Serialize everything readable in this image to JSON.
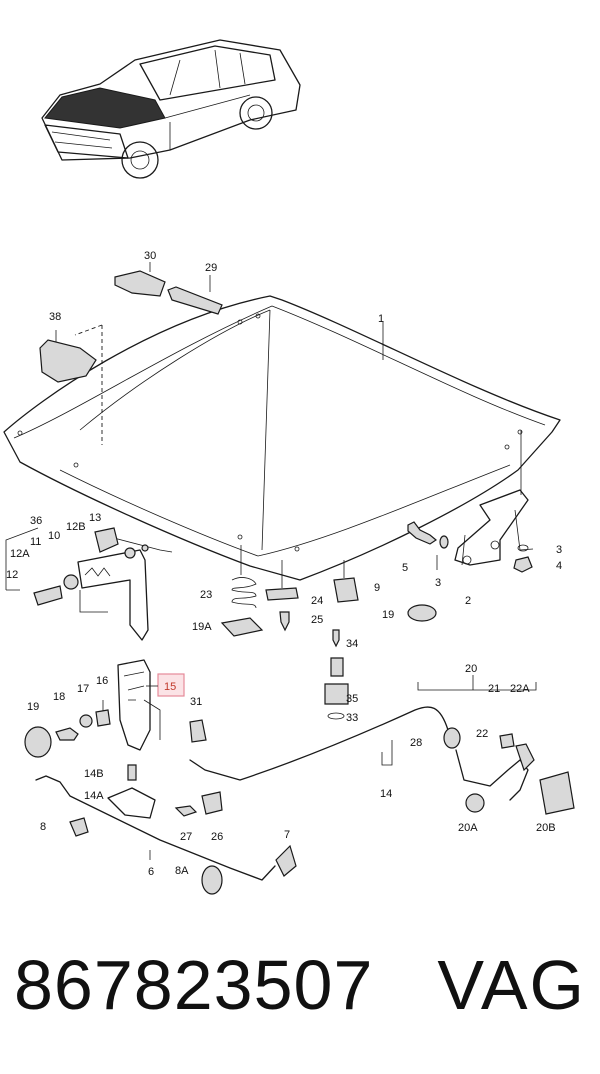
{
  "part_number": "867823507",
  "brand": "VAG",
  "highlighted_callout": "15",
  "callouts": [
    "1",
    "2",
    "3",
    "3",
    "4",
    "5",
    "6",
    "7",
    "8",
    "8A",
    "9",
    "10",
    "11",
    "12",
    "12A",
    "12B",
    "13",
    "14",
    "14A",
    "14B",
    "15",
    "16",
    "17",
    "18",
    "19",
    "19",
    "19A",
    "20",
    "20A",
    "20B",
    "21",
    "22",
    "22A",
    "23",
    "24",
    "25",
    "26",
    "27",
    "28",
    "29",
    "30",
    "31",
    "33",
    "34",
    "35",
    "36",
    "38"
  ]
}
